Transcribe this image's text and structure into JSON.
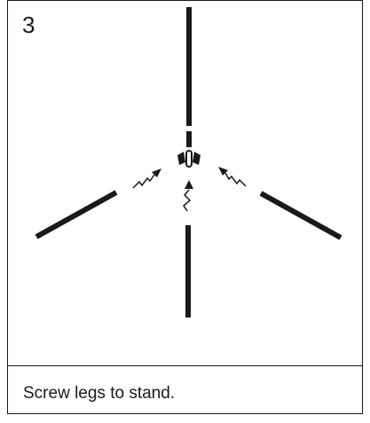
{
  "step": {
    "number": "3",
    "caption": "Screw legs to stand."
  },
  "colors": {
    "ink": "#1a1a1a",
    "background": "#ffffff"
  },
  "illustration": {
    "parts": [
      "vertical-stand-pole",
      "left-leg",
      "right-leg",
      "front-leg",
      "center-hub"
    ],
    "icons": [
      "arrow-squiggle-left-icon",
      "arrow-squiggle-right-icon",
      "arrow-squiggle-center-icon"
    ]
  }
}
